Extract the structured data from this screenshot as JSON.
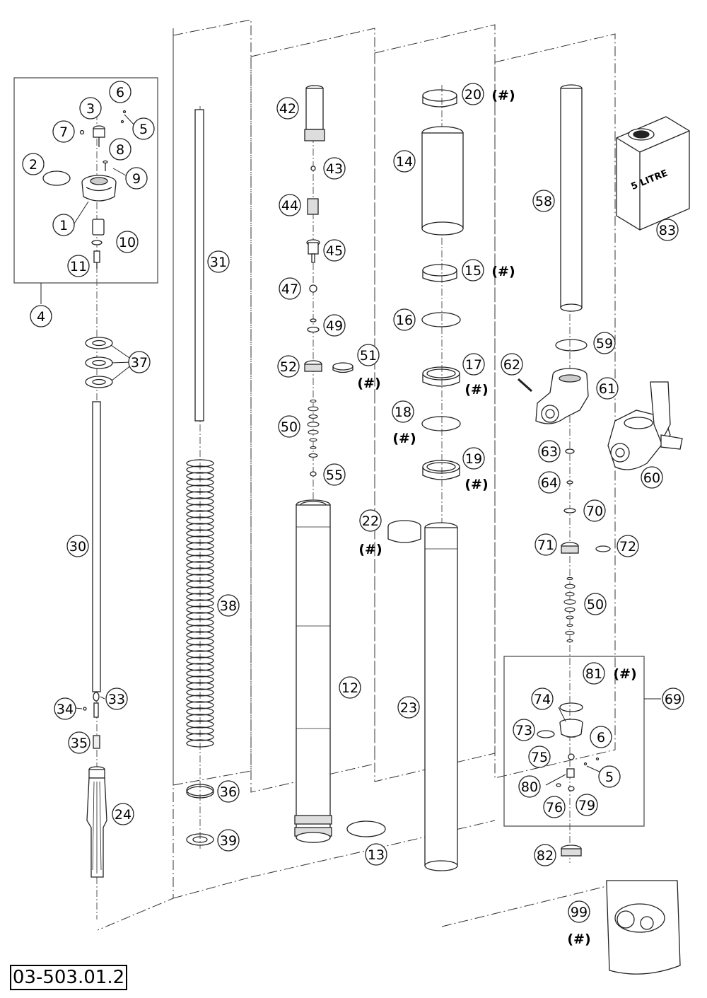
{
  "diagram": {
    "reference": "03-503.01.2",
    "canister_label": "5 LITRE",
    "optional_mark": "(#)",
    "callouts": [
      {
        "id": "c1",
        "text": "1"
      },
      {
        "id": "c2",
        "text": "2"
      },
      {
        "id": "c3",
        "text": "3"
      },
      {
        "id": "c4",
        "text": "4"
      },
      {
        "id": "c5a",
        "text": "5"
      },
      {
        "id": "c6a",
        "text": "6"
      },
      {
        "id": "c7",
        "text": "7"
      },
      {
        "id": "c8",
        "text": "8"
      },
      {
        "id": "c9",
        "text": "9"
      },
      {
        "id": "c10",
        "text": "10"
      },
      {
        "id": "c11",
        "text": "11"
      },
      {
        "id": "c12",
        "text": "12"
      },
      {
        "id": "c13",
        "text": "13"
      },
      {
        "id": "c14",
        "text": "14"
      },
      {
        "id": "c15",
        "text": "15"
      },
      {
        "id": "c16",
        "text": "16"
      },
      {
        "id": "c17",
        "text": "17"
      },
      {
        "id": "c18",
        "text": "18"
      },
      {
        "id": "c19",
        "text": "19"
      },
      {
        "id": "c20",
        "text": "20"
      },
      {
        "id": "c22",
        "text": "22"
      },
      {
        "id": "c23",
        "text": "23"
      },
      {
        "id": "c24",
        "text": "24"
      },
      {
        "id": "c30",
        "text": "30"
      },
      {
        "id": "c31",
        "text": "31"
      },
      {
        "id": "c33",
        "text": "33"
      },
      {
        "id": "c34",
        "text": "34"
      },
      {
        "id": "c35",
        "text": "35"
      },
      {
        "id": "c36",
        "text": "36"
      },
      {
        "id": "c37",
        "text": "37"
      },
      {
        "id": "c38",
        "text": "38"
      },
      {
        "id": "c39",
        "text": "39"
      },
      {
        "id": "c42",
        "text": "42"
      },
      {
        "id": "c43",
        "text": "43"
      },
      {
        "id": "c44",
        "text": "44"
      },
      {
        "id": "c45",
        "text": "45"
      },
      {
        "id": "c47",
        "text": "47"
      },
      {
        "id": "c49",
        "text": "49"
      },
      {
        "id": "c50a",
        "text": "50"
      },
      {
        "id": "c51",
        "text": "51"
      },
      {
        "id": "c52",
        "text": "52"
      },
      {
        "id": "c55",
        "text": "55"
      },
      {
        "id": "c58",
        "text": "58"
      },
      {
        "id": "c59",
        "text": "59"
      },
      {
        "id": "c60",
        "text": "60"
      },
      {
        "id": "c61",
        "text": "61"
      },
      {
        "id": "c62",
        "text": "62"
      },
      {
        "id": "c63",
        "text": "63"
      },
      {
        "id": "c64",
        "text": "64"
      },
      {
        "id": "c69",
        "text": "69"
      },
      {
        "id": "c70",
        "text": "70"
      },
      {
        "id": "c71",
        "text": "71"
      },
      {
        "id": "c72",
        "text": "72"
      },
      {
        "id": "c50b",
        "text": "50"
      },
      {
        "id": "c81",
        "text": "81"
      },
      {
        "id": "c74",
        "text": "74"
      },
      {
        "id": "c73",
        "text": "73"
      },
      {
        "id": "c6b",
        "text": "6"
      },
      {
        "id": "c75",
        "text": "75"
      },
      {
        "id": "c5b",
        "text": "5"
      },
      {
        "id": "c80",
        "text": "80"
      },
      {
        "id": "c76",
        "text": "76"
      },
      {
        "id": "c79",
        "text": "79"
      },
      {
        "id": "c82",
        "text": "82"
      },
      {
        "id": "c83",
        "text": "83"
      },
      {
        "id": "c99",
        "text": "99"
      }
    ],
    "optional_marks": [
      {
        "id": "m20",
        "text": "(#)"
      },
      {
        "id": "m15",
        "text": "(#)"
      },
      {
        "id": "m51",
        "text": "(#)"
      },
      {
        "id": "m17",
        "text": "(#)"
      },
      {
        "id": "m18",
        "text": "(#)"
      },
      {
        "id": "m19",
        "text": "(#)"
      },
      {
        "id": "m22",
        "text": "(#)"
      },
      {
        "id": "m81",
        "text": "(#)"
      },
      {
        "id": "m99",
        "text": "(#)"
      }
    ]
  }
}
